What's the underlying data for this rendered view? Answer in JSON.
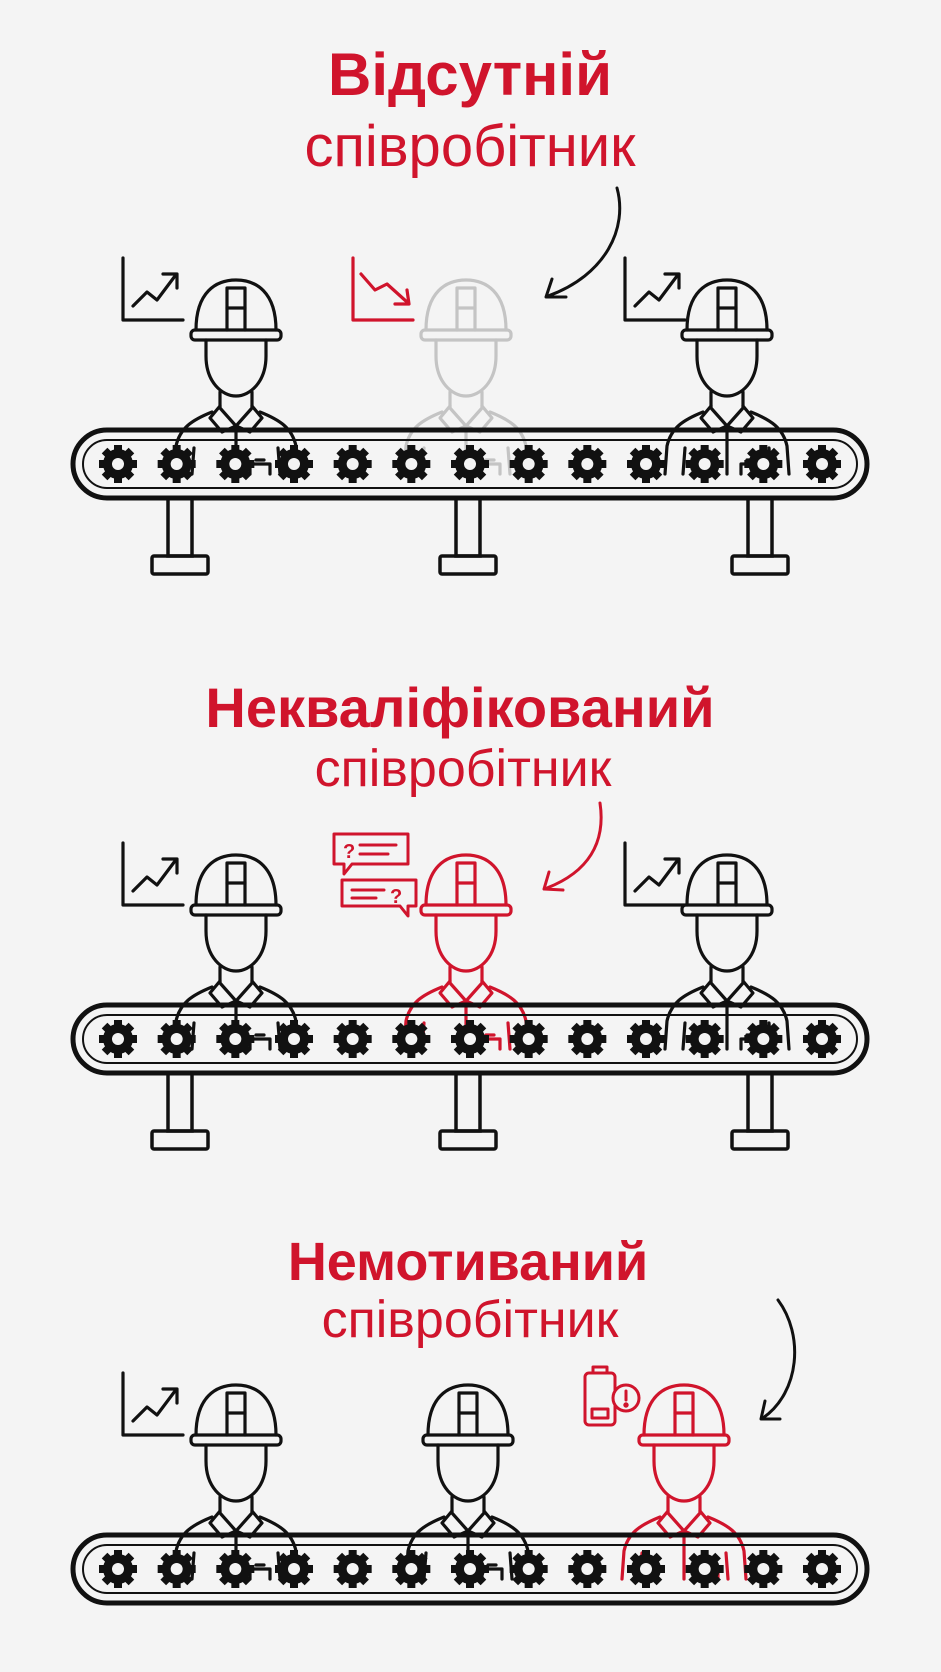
{
  "colors": {
    "background": "#f4f4f4",
    "ink": "#111111",
    "accent": "#d0142c",
    "faded": "#c4c4c4"
  },
  "sections": [
    {
      "title": "Відсутній",
      "subtitle": "співробітник",
      "workers": [
        {
          "state": "normal",
          "icon": "trend-up-icon"
        },
        {
          "state": "absent",
          "icon": "trend-down-icon"
        },
        {
          "state": "normal",
          "icon": "trend-up-icon"
        }
      ]
    },
    {
      "title": "Некваліфікований",
      "subtitle": "співробітник",
      "workers": [
        {
          "state": "normal",
          "icon": "trend-up-icon"
        },
        {
          "state": "unqualified",
          "icon": "question-chat-icon"
        },
        {
          "state": "normal",
          "icon": "trend-up-icon"
        }
      ]
    },
    {
      "title": "Немотиваний",
      "subtitle": "співробітник",
      "workers": [
        {
          "state": "normal",
          "icon": "trend-up-icon"
        },
        {
          "state": "normal",
          "icon": ""
        },
        {
          "state": "unmotivated",
          "icon": "low-battery-alert-icon"
        }
      ]
    }
  ]
}
